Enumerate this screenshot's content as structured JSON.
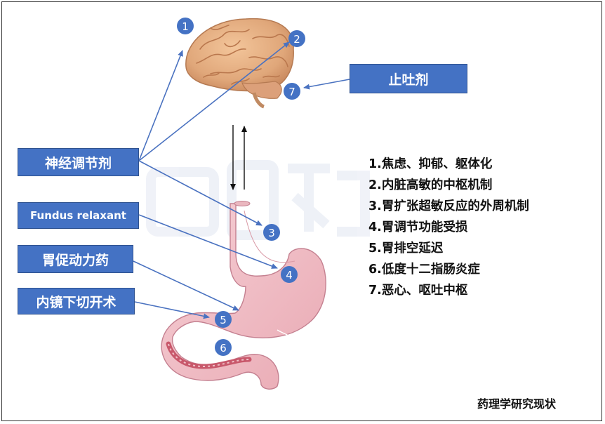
{
  "markers": [
    "1",
    "2",
    "3",
    "4",
    "5",
    "6",
    "7"
  ],
  "labels": {
    "neuro": "神经调节剂",
    "antiemetic": "止吐剂",
    "fundus": "Fundus relaxant",
    "prokinetic": "胃促动力药",
    "endoscopic": "内镜下切开术"
  },
  "legend": [
    "1.焦虑、抑郁、躯体化",
    "2.内脏高敏的中枢机制",
    "3.胃扩张超敏反应的外周机制",
    "4.胃调节功能受损",
    "5.胃排空延迟",
    "6.低度十二指肠炎症",
    "7.恶心、呕吐中枢"
  ],
  "footer": "药理学研究现状",
  "colors": {
    "box": "#4472c4",
    "arrow": "#4a72c0",
    "marker": "#4472c4"
  }
}
